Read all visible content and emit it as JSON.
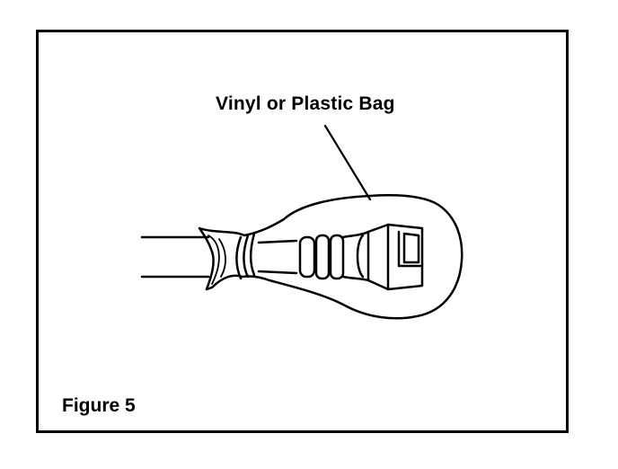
{
  "figure": {
    "callout_label": "Vinyl or Plastic Bag",
    "caption": "Figure 5"
  },
  "colors": {
    "ink": "#000000",
    "paper": "#ffffff"
  },
  "icons": {
    "illustration": "hose-end-covered-with-bag"
  }
}
